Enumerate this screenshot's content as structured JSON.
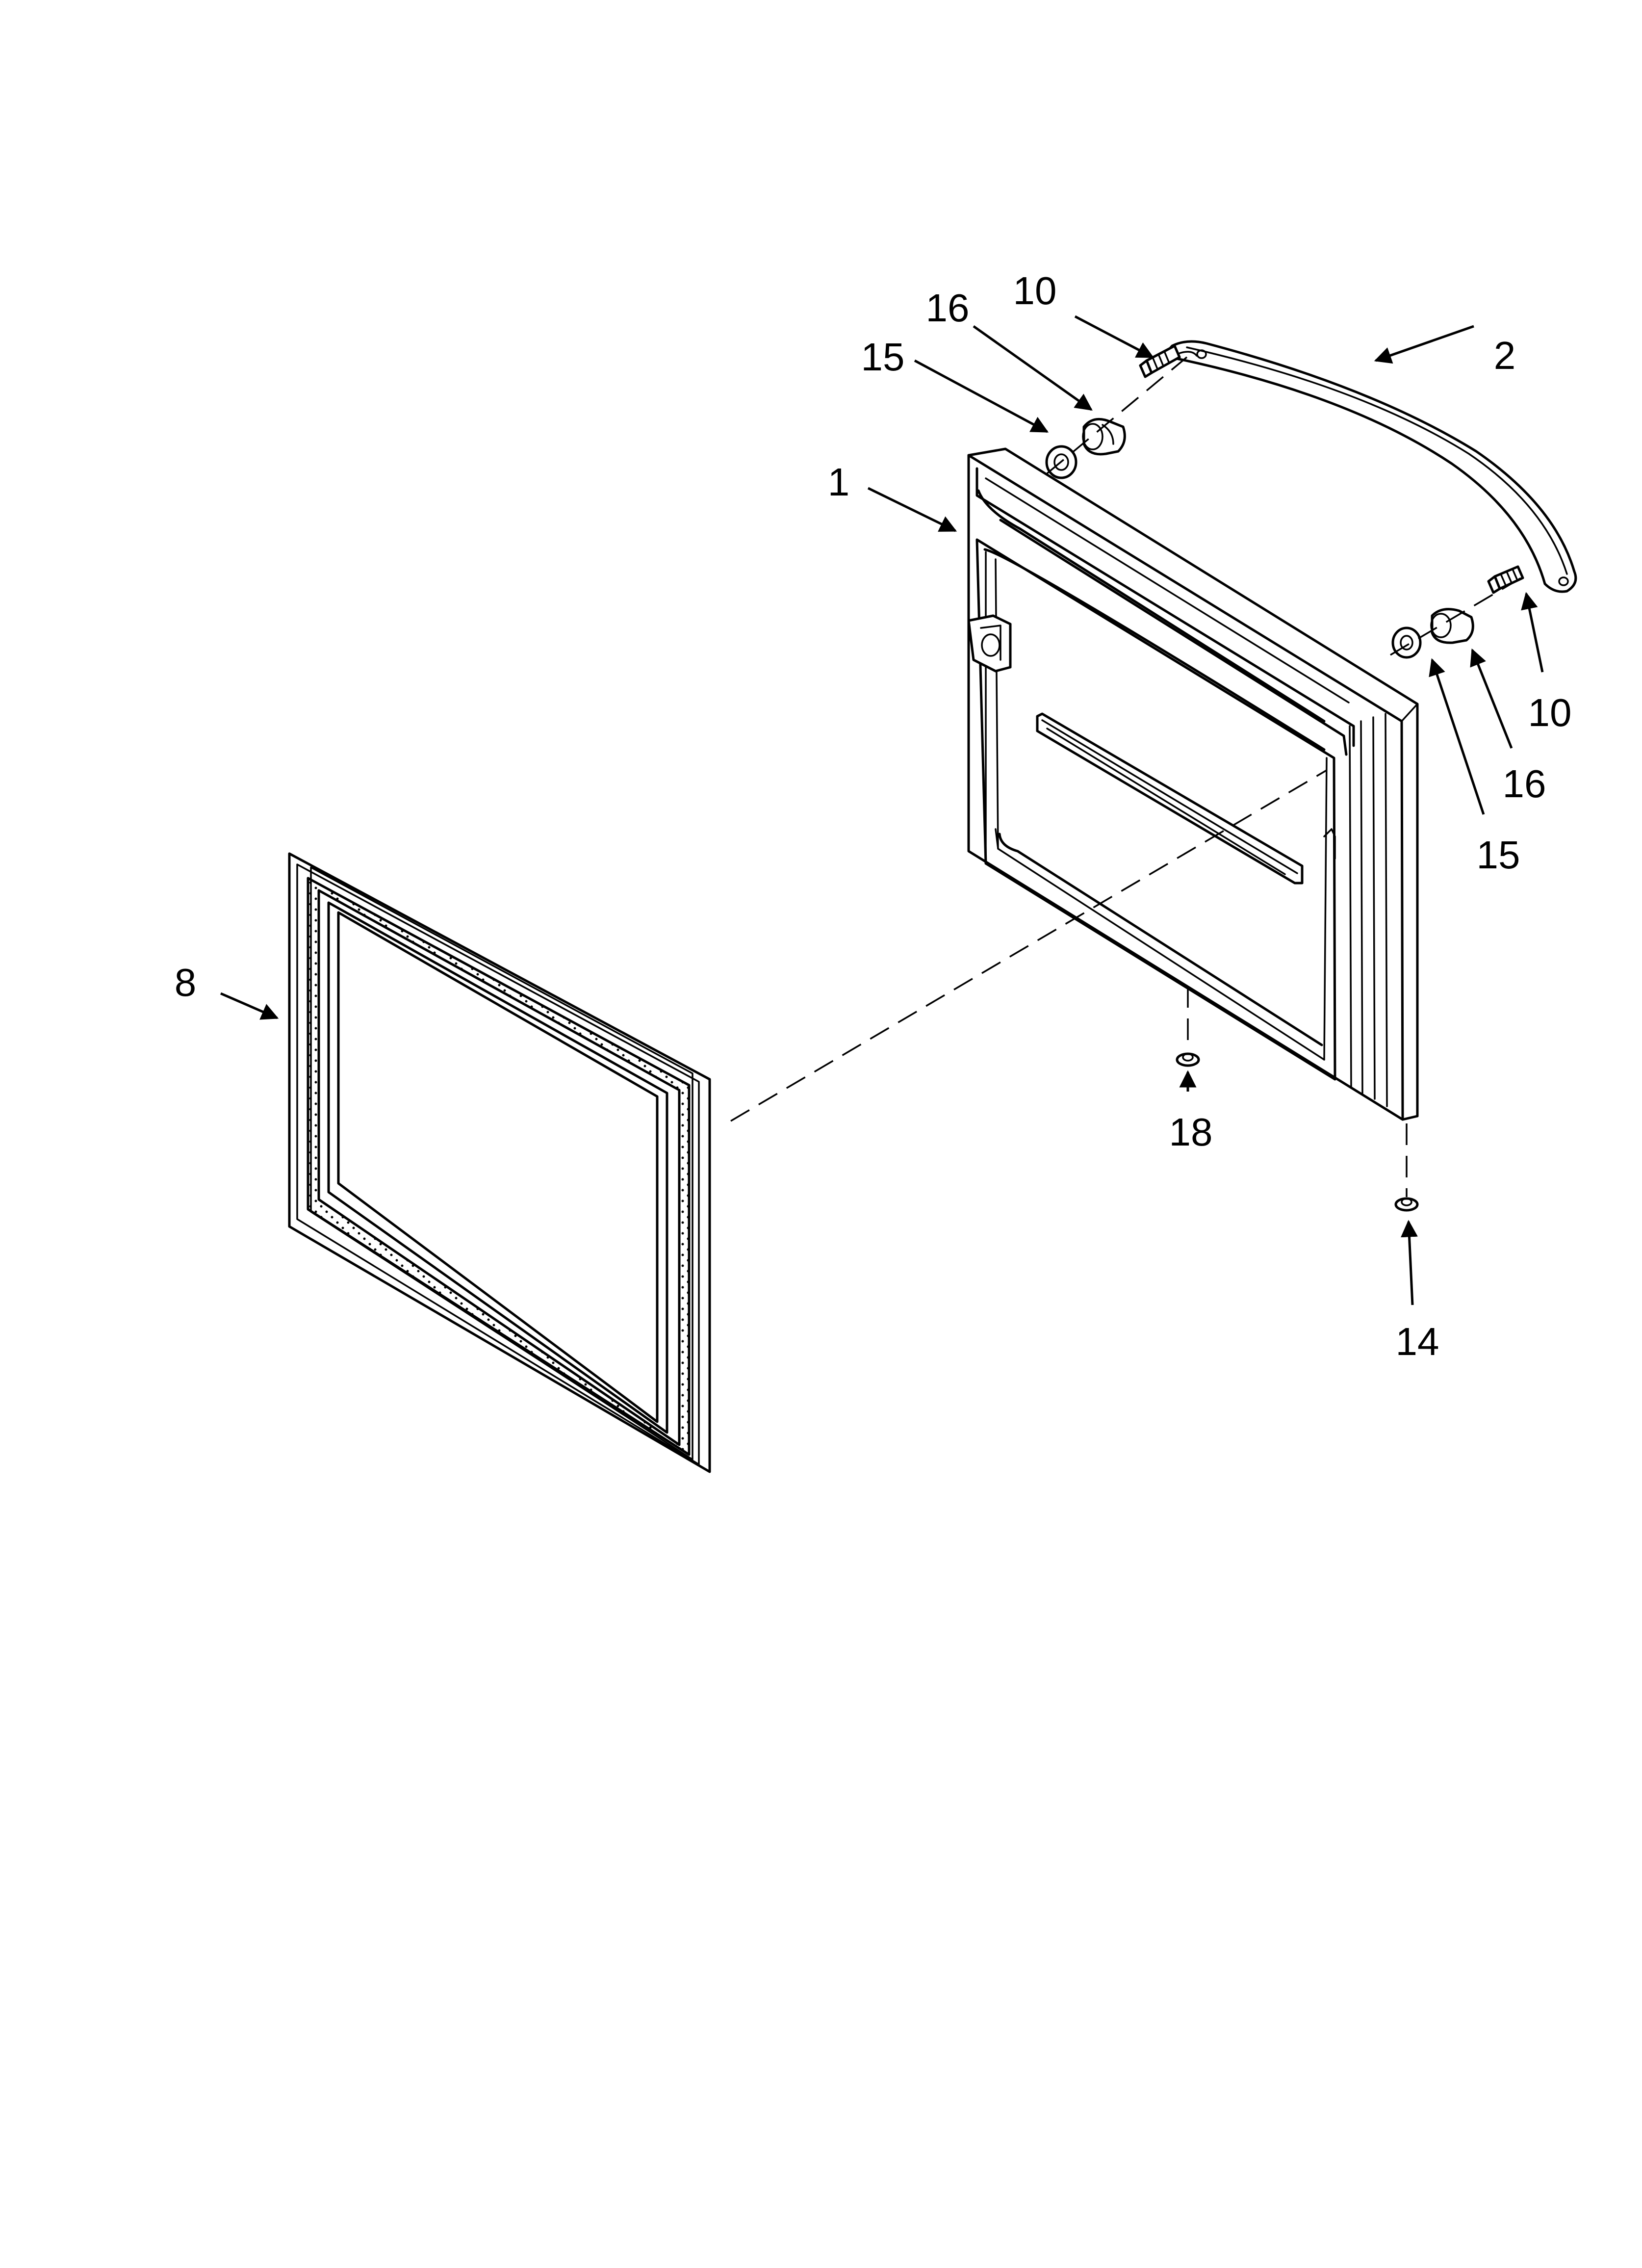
{
  "callouts": [
    {
      "id": "c1",
      "label": "1"
    },
    {
      "id": "c2",
      "label": "2"
    },
    {
      "id": "c8",
      "label": "8"
    },
    {
      "id": "c10a",
      "label": "10"
    },
    {
      "id": "c10b",
      "label": "10"
    },
    {
      "id": "c14",
      "label": "14"
    },
    {
      "id": "c15a",
      "label": "15"
    },
    {
      "id": "c15b",
      "label": "15"
    },
    {
      "id": "c16a",
      "label": "16"
    },
    {
      "id": "c16b",
      "label": "16"
    },
    {
      "id": "c18",
      "label": "18"
    }
  ]
}
